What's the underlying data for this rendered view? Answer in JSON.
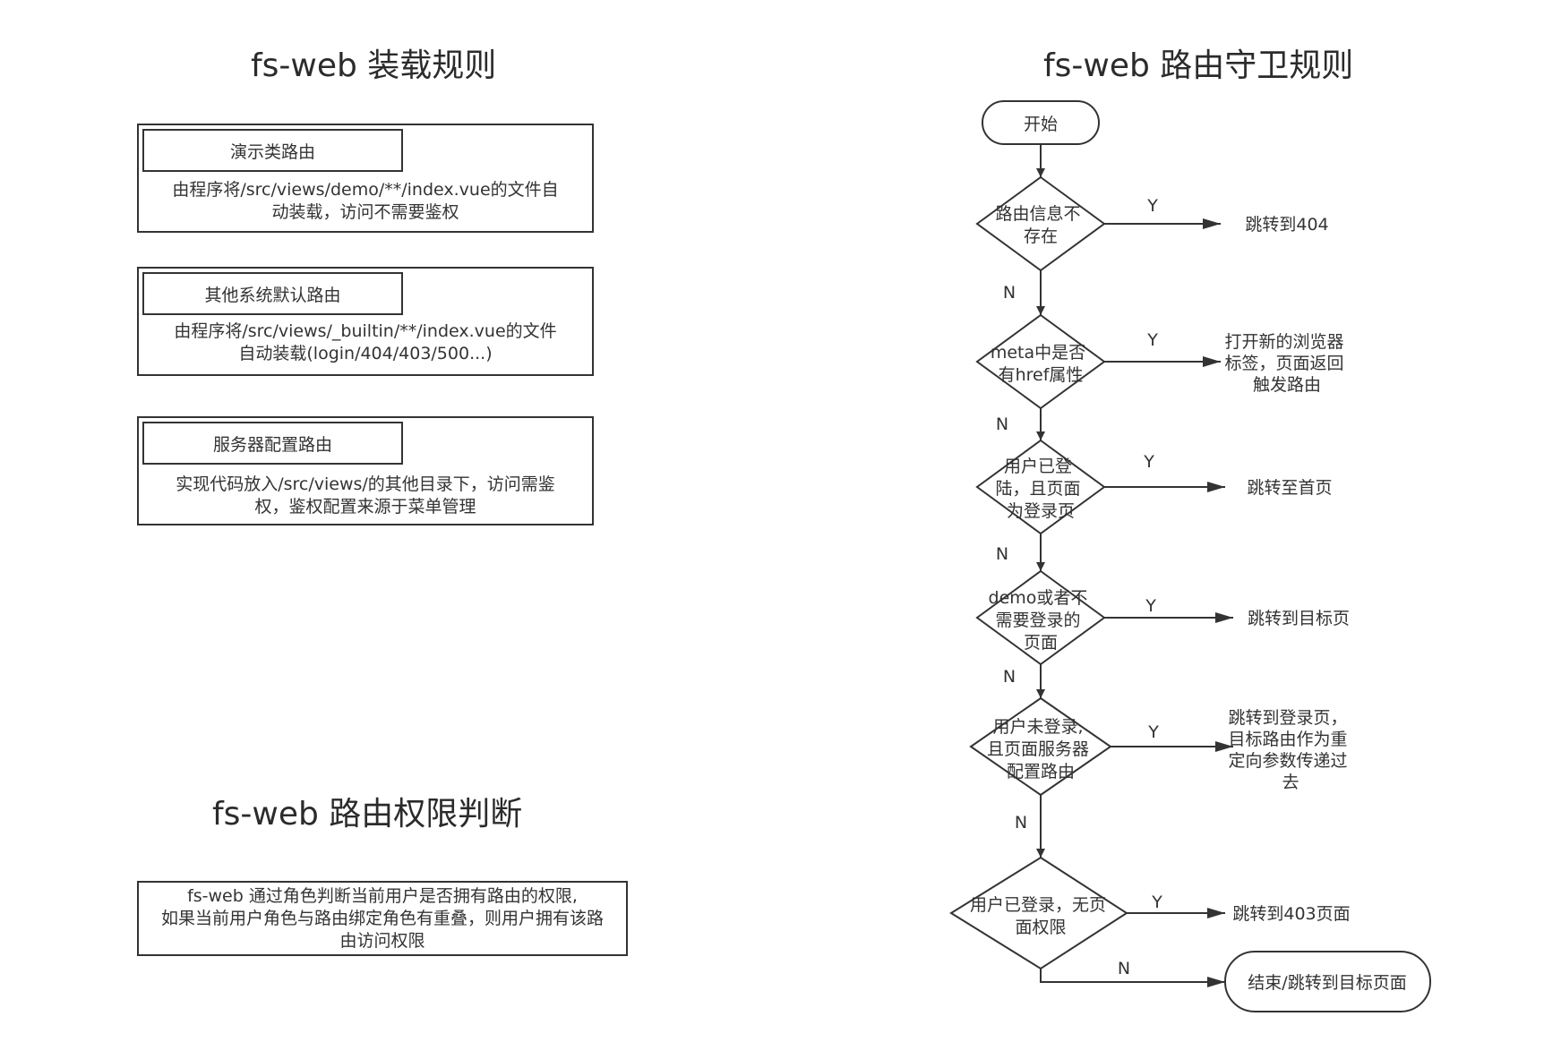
{
  "titles": {
    "load": "fs-web 装载规则",
    "guard": "fs-web 路由守卫规则",
    "permission": "fs-web 路由权限判断"
  },
  "rules": [
    {
      "label": "演示类路由",
      "desc": [
        "由程序将/src/views/demo/**/index.vue的文件自",
        "动装载，访问不需要鉴权"
      ]
    },
    {
      "label": "其他系统默认路由",
      "desc": [
        "由程序将/src/views/_builtin/**/index.vue的文件",
        "自动装载(login/404/403/500...)"
      ]
    },
    {
      "label": "服务器配置路由",
      "desc": [
        "实现代码放入/src/views/的其他目录下，访问需鉴",
        "权，鉴权配置来源于菜单管理"
      ]
    }
  ],
  "permission": {
    "lines": [
      "fs-web 通过角色判断当前用户是否拥有路由的权限,",
      "如果当前用户角色与路由绑定角色有重叠，则用户拥有该路",
      "由访问权限"
    ]
  },
  "flow": {
    "start": "开始",
    "decisions": [
      {
        "lines": [
          "路由信息不",
          "存在"
        ],
        "yes": "Y",
        "no": "N",
        "result": [
          "跳转到404"
        ]
      },
      {
        "lines": [
          "meta中是否",
          "有href属性"
        ],
        "yes": "Y",
        "no": "N",
        "result": [
          "打开新的浏览器",
          "标签，页面返回",
          "触发路由"
        ]
      },
      {
        "lines": [
          "用户已登",
          "陆，且页面",
          "为登录页"
        ],
        "yes": "Y",
        "no": "N",
        "result": [
          "跳转至首页"
        ]
      },
      {
        "lines": [
          "demo或者不",
          "需要登录的",
          "页面"
        ],
        "yes": "Y",
        "no": "N",
        "result": [
          "跳转到目标页"
        ]
      },
      {
        "lines": [
          "用户未登录,",
          "且页面服务器",
          "配置路由"
        ],
        "yes": "Y",
        "no": "N",
        "result": [
          "跳转到登录页，",
          "目标路由作为重",
          "定向参数传递过",
          "去"
        ]
      },
      {
        "lines": [
          "用户已登录，无页",
          "面权限"
        ],
        "yes": "Y",
        "no": "N",
        "result": [
          "跳转到403页面"
        ]
      }
    ],
    "end": "结束/跳转到目标页面"
  }
}
